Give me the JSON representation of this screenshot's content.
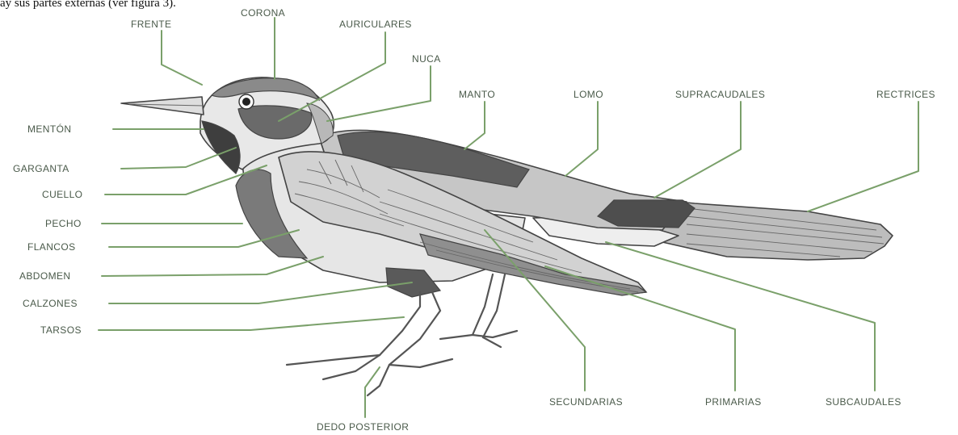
{
  "caption_fragment": "ay sus partes externas (ver figura 3).",
  "labels": {
    "frente": "FRENTE",
    "corona": "CORONA",
    "auriculares": "AURICULARES",
    "nuca": "NUCA",
    "manto": "MANTO",
    "lomo": "LOMO",
    "supracaudales": "SUPRACAUDALES",
    "rectrices": "RECTRICES",
    "menton": "MENTÓN",
    "garganta": "GARGANTA",
    "cuello": "CUELLO",
    "pecho": "PECHO",
    "flancos": "FLANCOS",
    "abdomen": "ABDOMEN",
    "calzones": "CALZONES",
    "tarsos": "TARSOS",
    "secundarias": "SECUNDARIAS",
    "primarias": "PRIMARIAS",
    "subcaudales": "SUBCAUDALES",
    "dedo_posterior": "DEDO POSTERIOR"
  },
  "colors": {
    "leader_line": "#7aa06a",
    "label_text": "#4a5a4a"
  }
}
